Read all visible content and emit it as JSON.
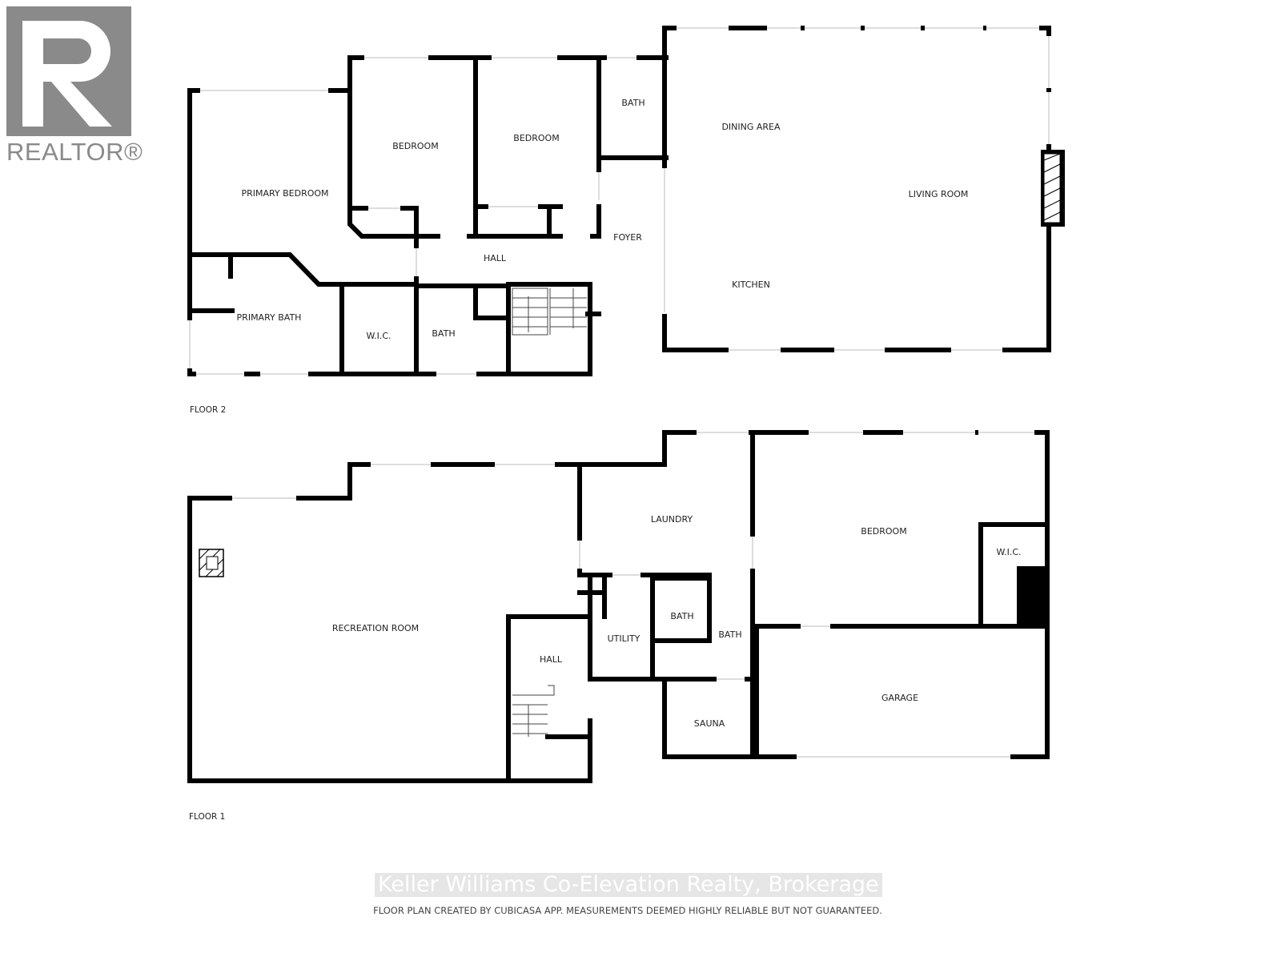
{
  "logo": {
    "text": "REALTOR®"
  },
  "floors": [
    {
      "label": "FLOOR 2",
      "rooms": [
        "PRIMARY BEDROOM",
        "BEDROOM",
        "BEDROOM",
        "BATH",
        "DINING AREA",
        "LIVING ROOM",
        "FOYER",
        "HALL",
        "KITCHEN",
        "PRIMARY BATH",
        "W.I.C.",
        "BATH"
      ]
    },
    {
      "label": "FLOOR 1",
      "rooms": [
        "RECREATION ROOM",
        "LAUNDRY",
        "BEDROOM",
        "W.I.C.",
        "BATH",
        "UTILITY",
        "BATH",
        "HALL",
        "GARAGE",
        "SAUNA"
      ]
    }
  ],
  "watermark": "Keller Williams Co-Elevation Realty, Brokerage",
  "disclaimer": "FLOOR PLAN CREATED BY CUBICASA APP. MEASUREMENTS DEEMED HIGHLY RELIABLE BUT NOT GUARANTEED."
}
